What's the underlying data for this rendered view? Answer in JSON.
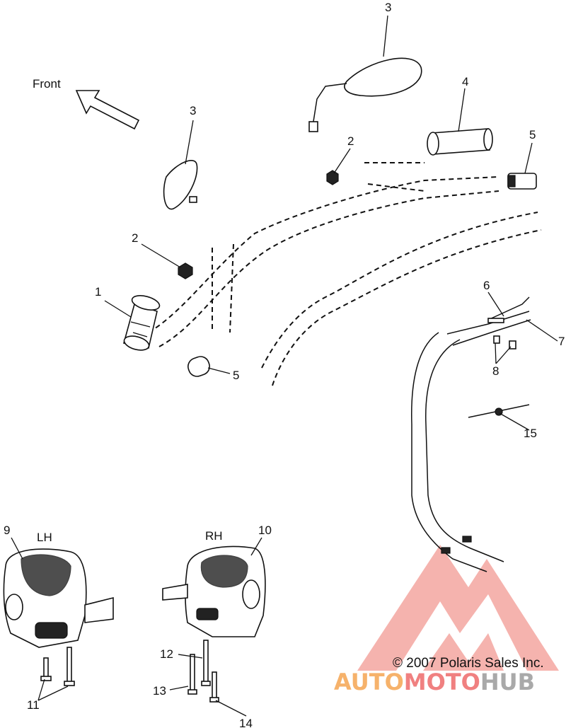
{
  "diagram": {
    "direction_label": "Front",
    "side_labels": {
      "left": "LH",
      "right": "RH"
    },
    "callouts": [
      "1",
      "2",
      "2",
      "3",
      "3",
      "4",
      "5",
      "5",
      "6",
      "7",
      "8",
      "9",
      "10",
      "11",
      "12",
      "13",
      "14",
      "15"
    ],
    "copyright": "© 2007 Polaris Sales Inc.",
    "watermark": {
      "part1": "AUTO",
      "part2": "MOTO",
      "part3": "HUB"
    },
    "colors": {
      "watermark_orange": "#f6b26b",
      "watermark_red": "#f08080",
      "watermark_gray": "#a9a9a9"
    }
  }
}
